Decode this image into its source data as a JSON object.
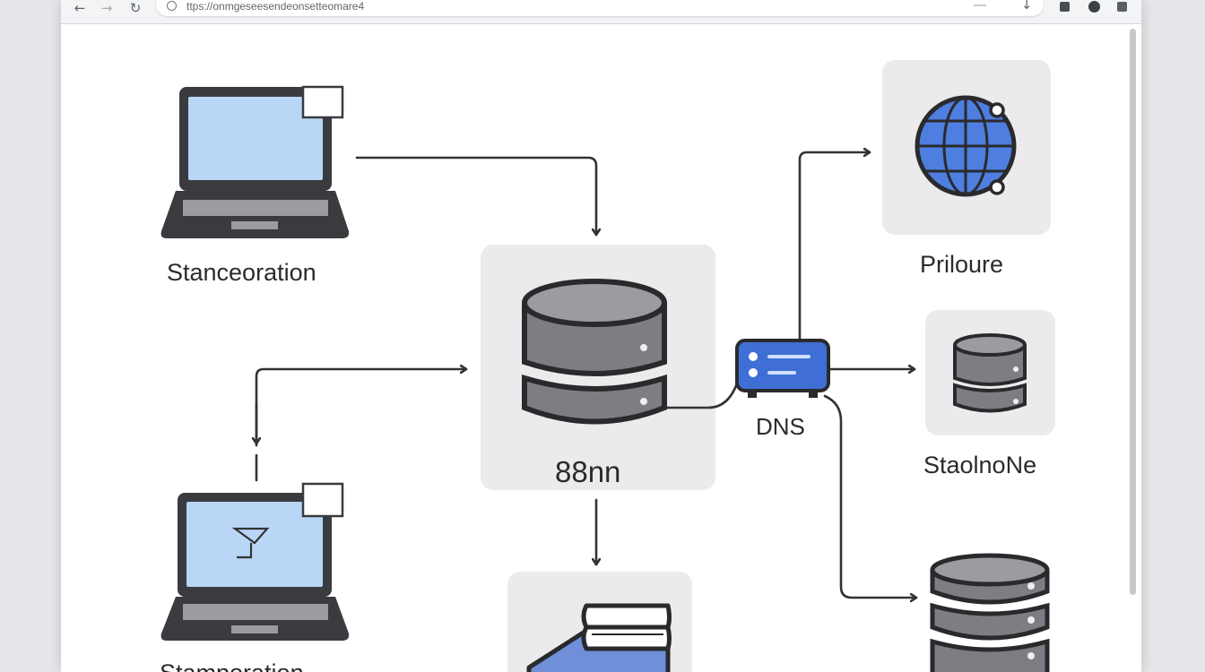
{
  "browser": {
    "url": "ttps://onmgeseesendeonsetteomare4",
    "back_icon": "arrow-left-icon",
    "forward_icon": "arrow-right-icon",
    "reload_icon": "reload-icon",
    "ext_icons": [
      "minimize-icon",
      "download-icon",
      "extension-icon",
      "profile-icon",
      "menu-icon"
    ]
  },
  "diagram": {
    "nodes": {
      "laptop_top": {
        "label": "Stanceoration",
        "icon": "laptop-icon"
      },
      "laptop_bottom": {
        "label": "Stamporation",
        "icon": "laptop-icon"
      },
      "central_db": {
        "label": "88nn",
        "icon": "database-icon"
      },
      "dns": {
        "label": "DNS",
        "icon": "router-icon"
      },
      "globe": {
        "label": "Priloure",
        "icon": "globe-icon"
      },
      "storage": {
        "label": "StaolnoNe",
        "icon": "database-icon"
      },
      "server_stack": {
        "label": "",
        "icon": "server-stack-icon"
      },
      "books": {
        "label": "",
        "icon": "books-icon"
      }
    },
    "colors": {
      "screen": "#b9d6f7",
      "accent_blue": "#3f6fd4",
      "device_dark": "#3a3b3e",
      "db_gray": "#7c7e84",
      "panel": "#ebebed"
    }
  }
}
